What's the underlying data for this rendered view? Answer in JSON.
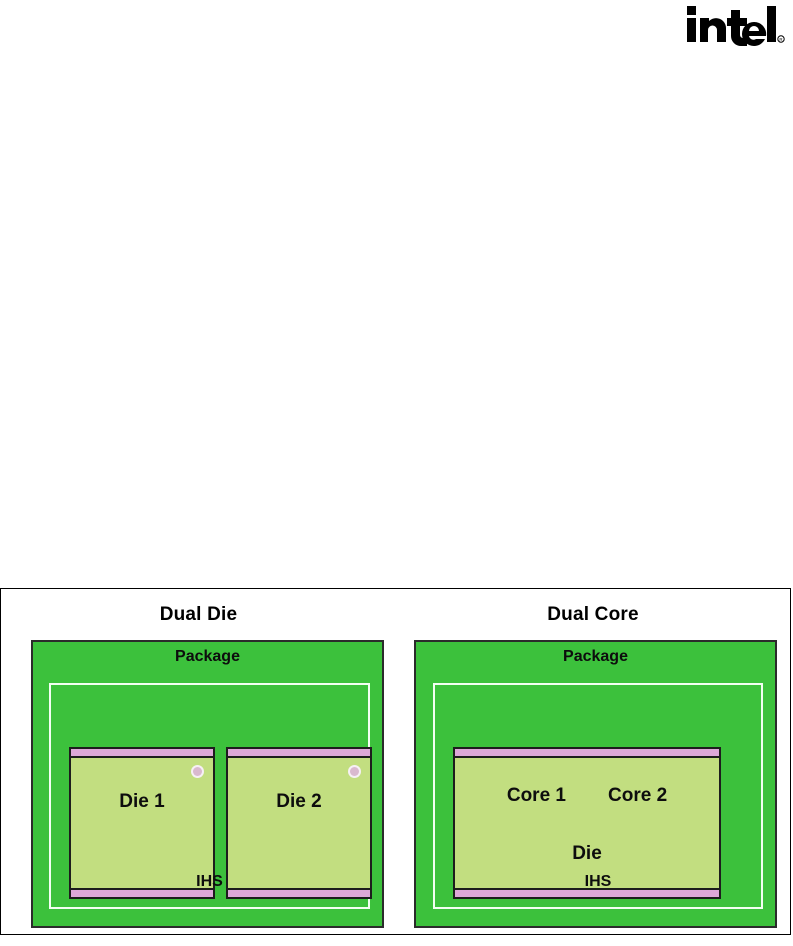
{
  "logo": {
    "brand": "intel",
    "registered_mark": "®",
    "icon": "intel-wordmark-logo"
  },
  "figure": {
    "panels": [
      {
        "id": "dual-die",
        "title": "Dual Die",
        "package_label": "Package",
        "ihs_label": "IHS",
        "dies": [
          {
            "label": "Die 1",
            "has_notch": true
          },
          {
            "label": "Die 2",
            "has_notch": true
          }
        ]
      },
      {
        "id": "dual-core",
        "title": "Dual Core",
        "package_label": "Package",
        "ihs_label": "IHS",
        "die_label": "Die",
        "cores": [
          {
            "label": "Core 1"
          },
          {
            "label": "Core 2"
          }
        ]
      }
    ]
  },
  "colors": {
    "package_green": "#3cc13c",
    "die_green": "#c2de80",
    "die_bar_pink": "#dda8d8",
    "outline_dark": "#2b2b2b",
    "ihs_outline_white": "#f2fff2",
    "text_black": "#0d0d0d",
    "page_background": "#ffffff"
  }
}
